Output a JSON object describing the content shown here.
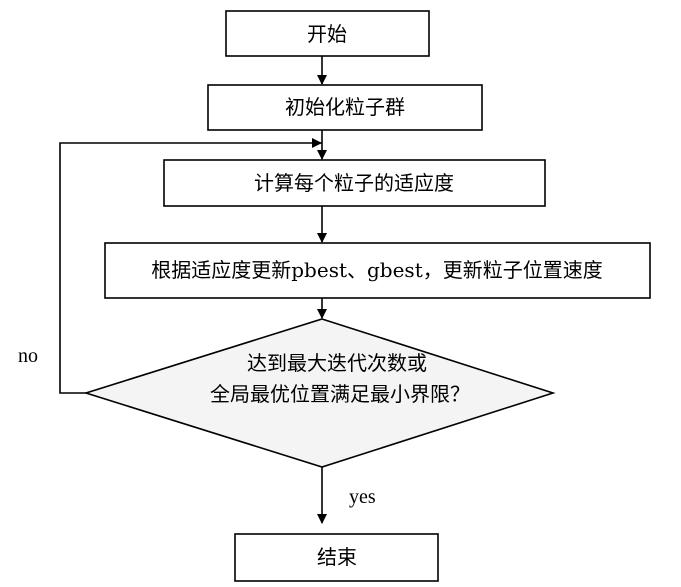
{
  "nodes": {
    "start": "开始",
    "init": "初始化粒子群",
    "fitness": "计算每个粒子的适应度",
    "update": "根据适应度更新pbest、gbest，更新粒子位置速度",
    "decision_line1": "达到最大迭代次数或",
    "decision_line2": "全局最优位置满足最小界限？",
    "end": "结束"
  },
  "edges": {
    "no_label": "no",
    "yes_label": "yes"
  },
  "colors": {
    "stroke": "#000000",
    "box_fill": "#ffffff",
    "diamond_fill": "#f4f4f4"
  }
}
